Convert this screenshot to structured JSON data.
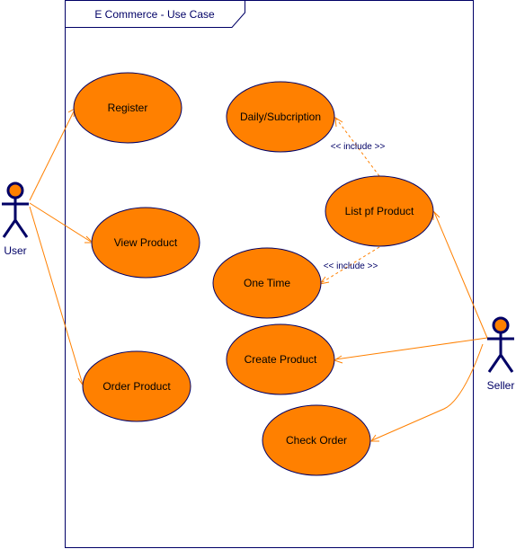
{
  "system": {
    "title": "E Commerce - Use Case"
  },
  "actors": {
    "user": {
      "label": "User"
    },
    "seller": {
      "label": "Seller"
    }
  },
  "use_cases": {
    "register": "Register",
    "view_product": "View Product",
    "order_product": "Order Product",
    "daily_subscription": "Daily/Subcription",
    "list_of_product": "List pf Product",
    "one_time": "One Time",
    "create_product": "Create Product",
    "check_order": "Check Order"
  },
  "relations": {
    "include_daily": "<< include >>",
    "include_one_time": "<< include >>"
  },
  "colors": {
    "use_case_fill": "#FF8000",
    "use_case_stroke": "#000066",
    "association": "#FF8000",
    "actor_stroke": "#000066",
    "actor_head_fill": "#FF8000"
  }
}
